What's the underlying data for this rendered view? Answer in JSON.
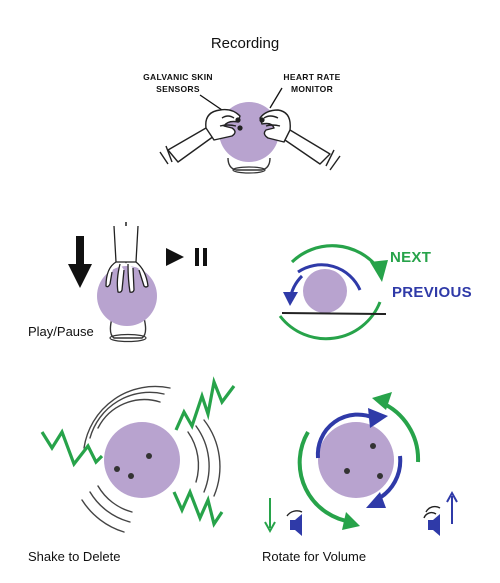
{
  "recording": {
    "title": "Recording",
    "gsr_label_1": "GALVANIC SKIN",
    "gsr_label_2": "SENSORS",
    "hr_label_1": "HEART RATE",
    "hr_label_2": "MONITOR"
  },
  "play_pause": {
    "label": "Play/Pause",
    "icon": "play-pause-icon"
  },
  "next_previous": {
    "next_label": "NEXT",
    "previous_label": "PREVIOUS"
  },
  "shake": {
    "label": "Shake to Delete"
  },
  "rotate": {
    "label": "Rotate for Volume",
    "icons": [
      "volume-down-icon",
      "volume-up-icon"
    ]
  },
  "colors": {
    "orb": "#b8a3cf",
    "green": "#27a34a",
    "blue": "#2f3aa8",
    "ink": "#111111"
  }
}
